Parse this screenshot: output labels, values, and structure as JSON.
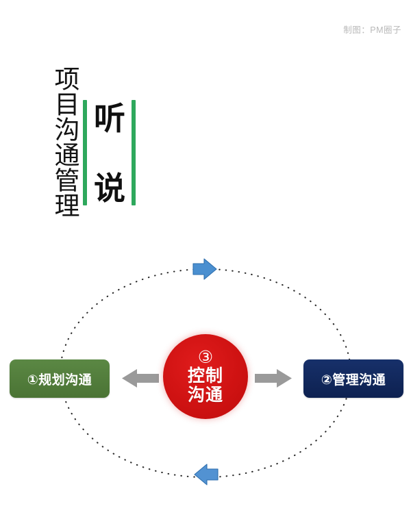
{
  "credit": "制图：PM圈子",
  "title": {
    "vertical_text": "项目沟通管理",
    "char_top": "听",
    "char_bottom": "说",
    "bar_color": "#2ea85c"
  },
  "diagram": {
    "type": "cycle",
    "nodes": [
      {
        "id": "plan",
        "number": "①",
        "label": "①规划沟通",
        "color": "#4f7a3a",
        "position": "left"
      },
      {
        "id": "manage",
        "number": "②",
        "label": "②管理沟通",
        "color": "#10275c",
        "position": "right"
      },
      {
        "id": "control",
        "number": "③",
        "label_line1": "控制",
        "label_line2": "沟通",
        "color": "#cc1414",
        "position": "center"
      }
    ],
    "connectors": [
      {
        "name": "center-to-left-arrow",
        "direction": "left",
        "color": "#9a9a9a"
      },
      {
        "name": "center-to-right-arrow",
        "direction": "right",
        "color": "#9a9a9a"
      },
      {
        "name": "cycle-top-arrow",
        "direction": "right",
        "color": "#4a8fd0"
      },
      {
        "name": "cycle-bottom-arrow",
        "direction": "left",
        "color": "#4a8fd0"
      }
    ],
    "ellipse": {
      "dotted": true,
      "color": "#2b2b2b"
    }
  }
}
